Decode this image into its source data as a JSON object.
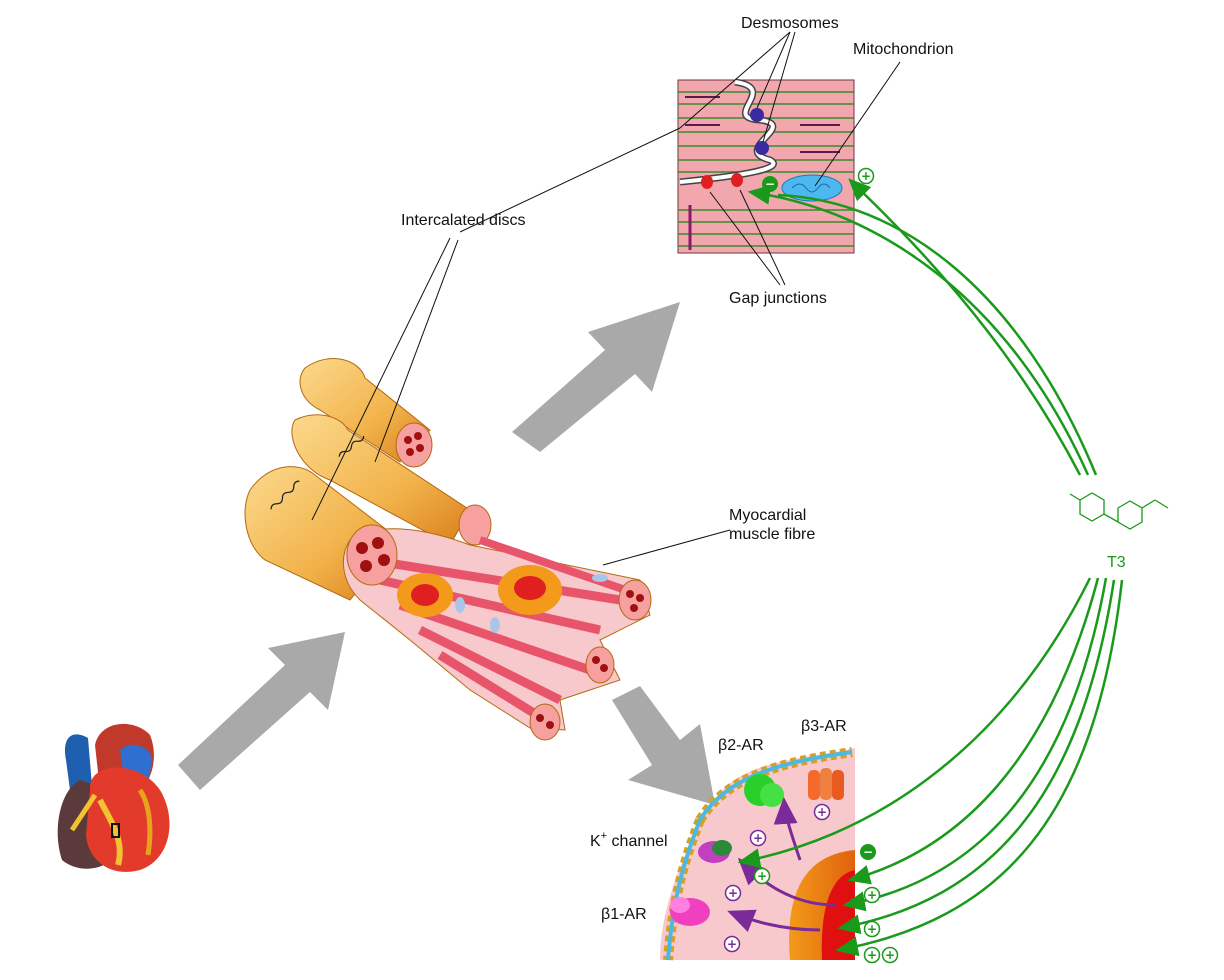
{
  "labels": {
    "desmosomes": "Desmosomes",
    "mitochondrion": "Mitochondrion",
    "intercalated_discs": "Intercalated discs",
    "gap_junctions": "Gap junctions",
    "myocardial_line1": "Myocardial",
    "myocardial_line2": "muscle fibre",
    "t3": "T3",
    "beta2": "β2-AR",
    "beta3": "β3-AR",
    "k_channel_main": "K",
    "k_channel_sup": "+",
    "k_channel_rest": " channel",
    "beta1": "β1-AR"
  },
  "signs": {
    "plus": "+",
    "minus": "−"
  },
  "colors": {
    "t3_green": "#1a9a1a",
    "purple": "#7b2a9a",
    "arrow_gray": "#a9a9a9",
    "fibre_orange": "#f2b24a",
    "muscle_pink": "#e8556a",
    "cell_pink": "#f7c8cc"
  }
}
